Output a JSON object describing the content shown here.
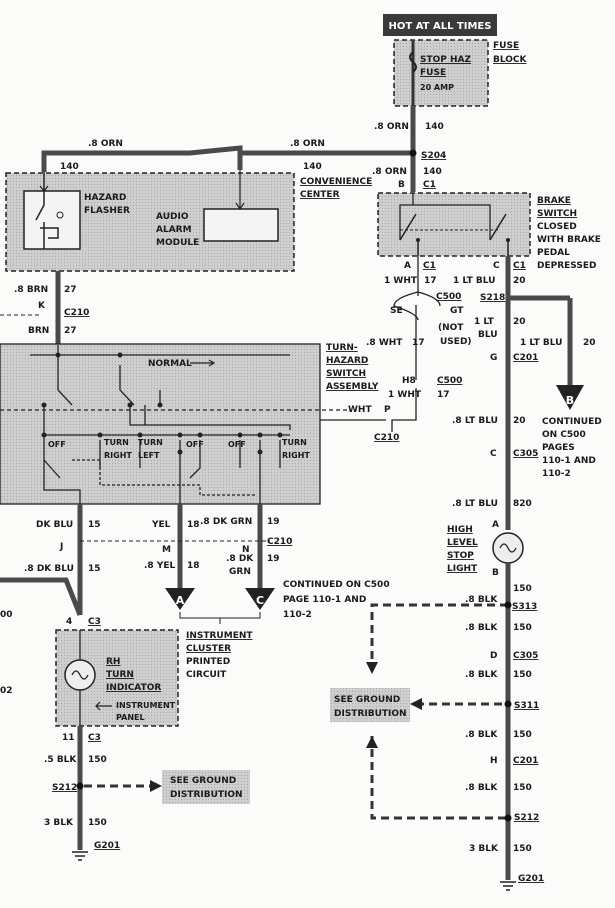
{
  "header": {
    "title": "HOT AT ALL TIMES"
  },
  "fuse_block": {
    "label_lines": [
      "FUSE",
      "BLOCK"
    ],
    "fuse_lines": [
      "STOP HAZ",
      "FUSE"
    ],
    "rating": "20 AMP"
  },
  "wires_top": {
    "orn_left": ".8 ORN",
    "orn_mid": ".8 ORN",
    "orn_fuse": ".8 ORN",
    "num_fuse": "140",
    "num_left": "140",
    "num_mid": "140",
    "s204": "S204",
    "orn_brake": ".8 ORN",
    "num_brake": "140",
    "pin_b": "B",
    "c1": "C1"
  },
  "convenience_center": {
    "lines": [
      "CONVENIENCE",
      "CENTER"
    ]
  },
  "hazard_flasher": {
    "lines": [
      "HAZARD",
      "FLASHER"
    ]
  },
  "audio_alarm": {
    "lines": [
      "AUDIO",
      "ALARM",
      "MODULE"
    ]
  },
  "brake_switch": {
    "lines": [
      "BRAKE",
      "SWITCH",
      "CLOSED",
      "WITH BRAKE",
      "PEDAL",
      "DEPRESSED"
    ]
  },
  "brake_outputs": {
    "pin_left": "A",
    "pin_right": "C",
    "c1_left": "C1",
    "c1_right": "C1",
    "wht": "1 WHT",
    "n17": "17",
    "ltblu": "1 LT BLU",
    "n20": "20",
    "c500": "C500",
    "se": "SE",
    "gt": "GT",
    "not_used": [
      "(NOT",
      "USED)"
    ],
    "wht8": ".8 WHT",
    "n17b": "17",
    "h8": "H8",
    "c500b": "C500",
    "wht1b": "1 WHT",
    "n17c": "17",
    "wht_p": "WHT",
    "p": "P",
    "c210": "C210",
    "s218": "S218",
    "ltblu_a": "1 LT",
    "ltblu_b": "BLU",
    "n20b": "20",
    "ltblu_c": "1 LT BLU",
    "n20c": "20",
    "g": "G",
    "c201": "C201",
    "ltblu8": ".8 LT BLU",
    "n20d": "20",
    "c": "C",
    "c305": "C305",
    "ltblu8b": ".8 LT BLU",
    "n820": "820"
  },
  "continued_b": {
    "marker": "B",
    "lines": [
      "CONTINUED",
      "ON C500",
      "PAGES",
      "110-1 AND",
      "110-2"
    ]
  },
  "left_wires": {
    "brn8": ".8 BRN",
    "n27": "27",
    "k": "K",
    "c210": "C210",
    "brn": "BRN",
    "n27b": "27"
  },
  "turn_switch": {
    "title_lines": [
      "TURN-",
      "HAZARD",
      "SWITCH",
      "ASSEMBLY"
    ],
    "normal": "NORMAL",
    "positions": [
      "OFF",
      "TURN",
      "RIGHT",
      "TURN",
      "LEFT",
      "OFF",
      "OFF",
      "TURN",
      "RIGHT"
    ]
  },
  "lower_wires": {
    "dkblu": "DK BLU",
    "n15": "15",
    "j": "J",
    "dkblu8": ".8 DK BLU",
    "n15b": "15",
    "yel": "YEL",
    "n18": "18",
    "dkgrn8": ".8 DK GRN",
    "n19": "19",
    "m": "M",
    "n": "N",
    "c210": "C210",
    "yel8": ".8 YEL",
    "n18b": "18",
    "dk8": ".8 DK",
    "grn": "GRN",
    "n19b": "19",
    "marker_a": "A",
    "marker_c": "C",
    "cont_lines": [
      "CONTINUED ON C500",
      "PAGE 110-1 AND",
      "110-2"
    ],
    "pin4": "4",
    "c3": "C3",
    "edge_00": "00",
    "edge_02": "02"
  },
  "cluster": {
    "title_lines": [
      "INSTRUMENT",
      "CLUSTER",
      "PRINTED",
      "CIRCUIT"
    ],
    "indicator_lines": [
      "RH",
      "TURN",
      "INDICATOR"
    ],
    "panel_lines": [
      "INSTRUMENT",
      "PANEL"
    ],
    "pin11": "11",
    "c3": "C3",
    "blk5": ".5 BLK",
    "n150": "150",
    "s212": "S212",
    "blk3": "3 BLK",
    "n150b": "150",
    "g201": "G201"
  },
  "ground_left": {
    "lines": [
      "SEE GROUND",
      "DISTRIBUTION"
    ]
  },
  "stop_light": {
    "lines": [
      "HIGH",
      "LEVEL",
      "STOP",
      "LIGHT"
    ],
    "pin_a": "A",
    "pin_b": "B",
    "n150": "150"
  },
  "right_ground": {
    "blk8a": ".8 BLK",
    "s313": "S313",
    "blk8b": ".8 BLK",
    "n150a": "150",
    "d": "D",
    "c305": "C305",
    "blk8c": ".8 BLK",
    "n150b": "150",
    "s311": "S311",
    "blk8d": ".8 BLK",
    "n150c": "150",
    "h": "H",
    "c201": "C201",
    "blk8e": ".8 BLK",
    "n150d": "150",
    "s212": "S212",
    "blk3": "3 BLK",
    "n150e": "150",
    "g201": "G201",
    "ground_lines": [
      "SEE GROUND",
      "DISTRIBUTION"
    ]
  }
}
